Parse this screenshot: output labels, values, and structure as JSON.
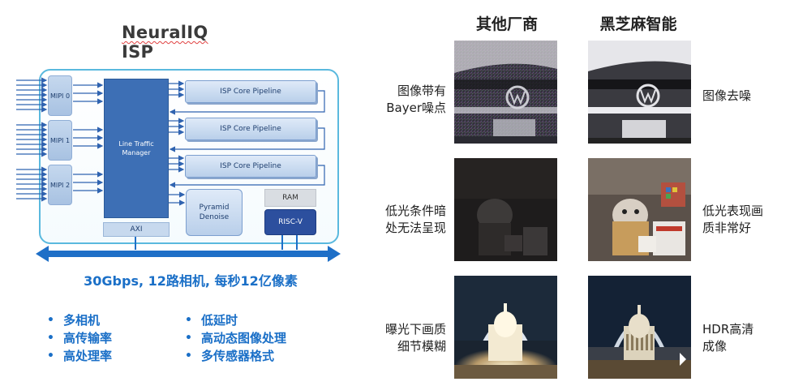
{
  "diagram": {
    "title_main": "NeuralIQ",
    "title_suffix": " ISP",
    "mipi": [
      "MIPI 0",
      "MIPI 1",
      "MIPI 2"
    ],
    "line_traffic_manager": "Line Traffic\nManager",
    "pipelines": [
      "ISP Core Pipeline",
      "ISP Core Pipeline",
      "ISP Core Pipeline"
    ],
    "pyramid": "Pyramid\nDenoise",
    "ram": "RAM",
    "riscv": "RISC-V",
    "axi": "AXI",
    "colors": {
      "outline": "#5ab9de",
      "ltm": "#3d6fb5",
      "riscv": "#2c4f9e",
      "bus_arrow": "#1e6fc7"
    }
  },
  "tagline": "30Gbps, 12路相机, 每秒12亿像素",
  "features_left": [
    "多相机",
    "高传输率",
    "高处理率"
  ],
  "features_right": [
    "低延时",
    "高动态图像处理",
    "多传感器格式"
  ],
  "comparison": {
    "column_headers": [
      "其他厂商",
      "黑芝麻智能"
    ],
    "rows": [
      {
        "left_label_line1": "图像带有",
        "left_label_line2": "Bayer噪点",
        "right_label_line1": "图像去噪",
        "right_label_line2": ""
      },
      {
        "left_label_line1": "低光条件暗",
        "left_label_line2": "处无法呈现",
        "right_label_line1": "低光表现画",
        "right_label_line2": "质非常好"
      },
      {
        "left_label_line1": "曝光下画质",
        "left_label_line2": "细节模糊",
        "right_label_line1": "HDR高清",
        "right_label_line2": "成像"
      }
    ]
  }
}
